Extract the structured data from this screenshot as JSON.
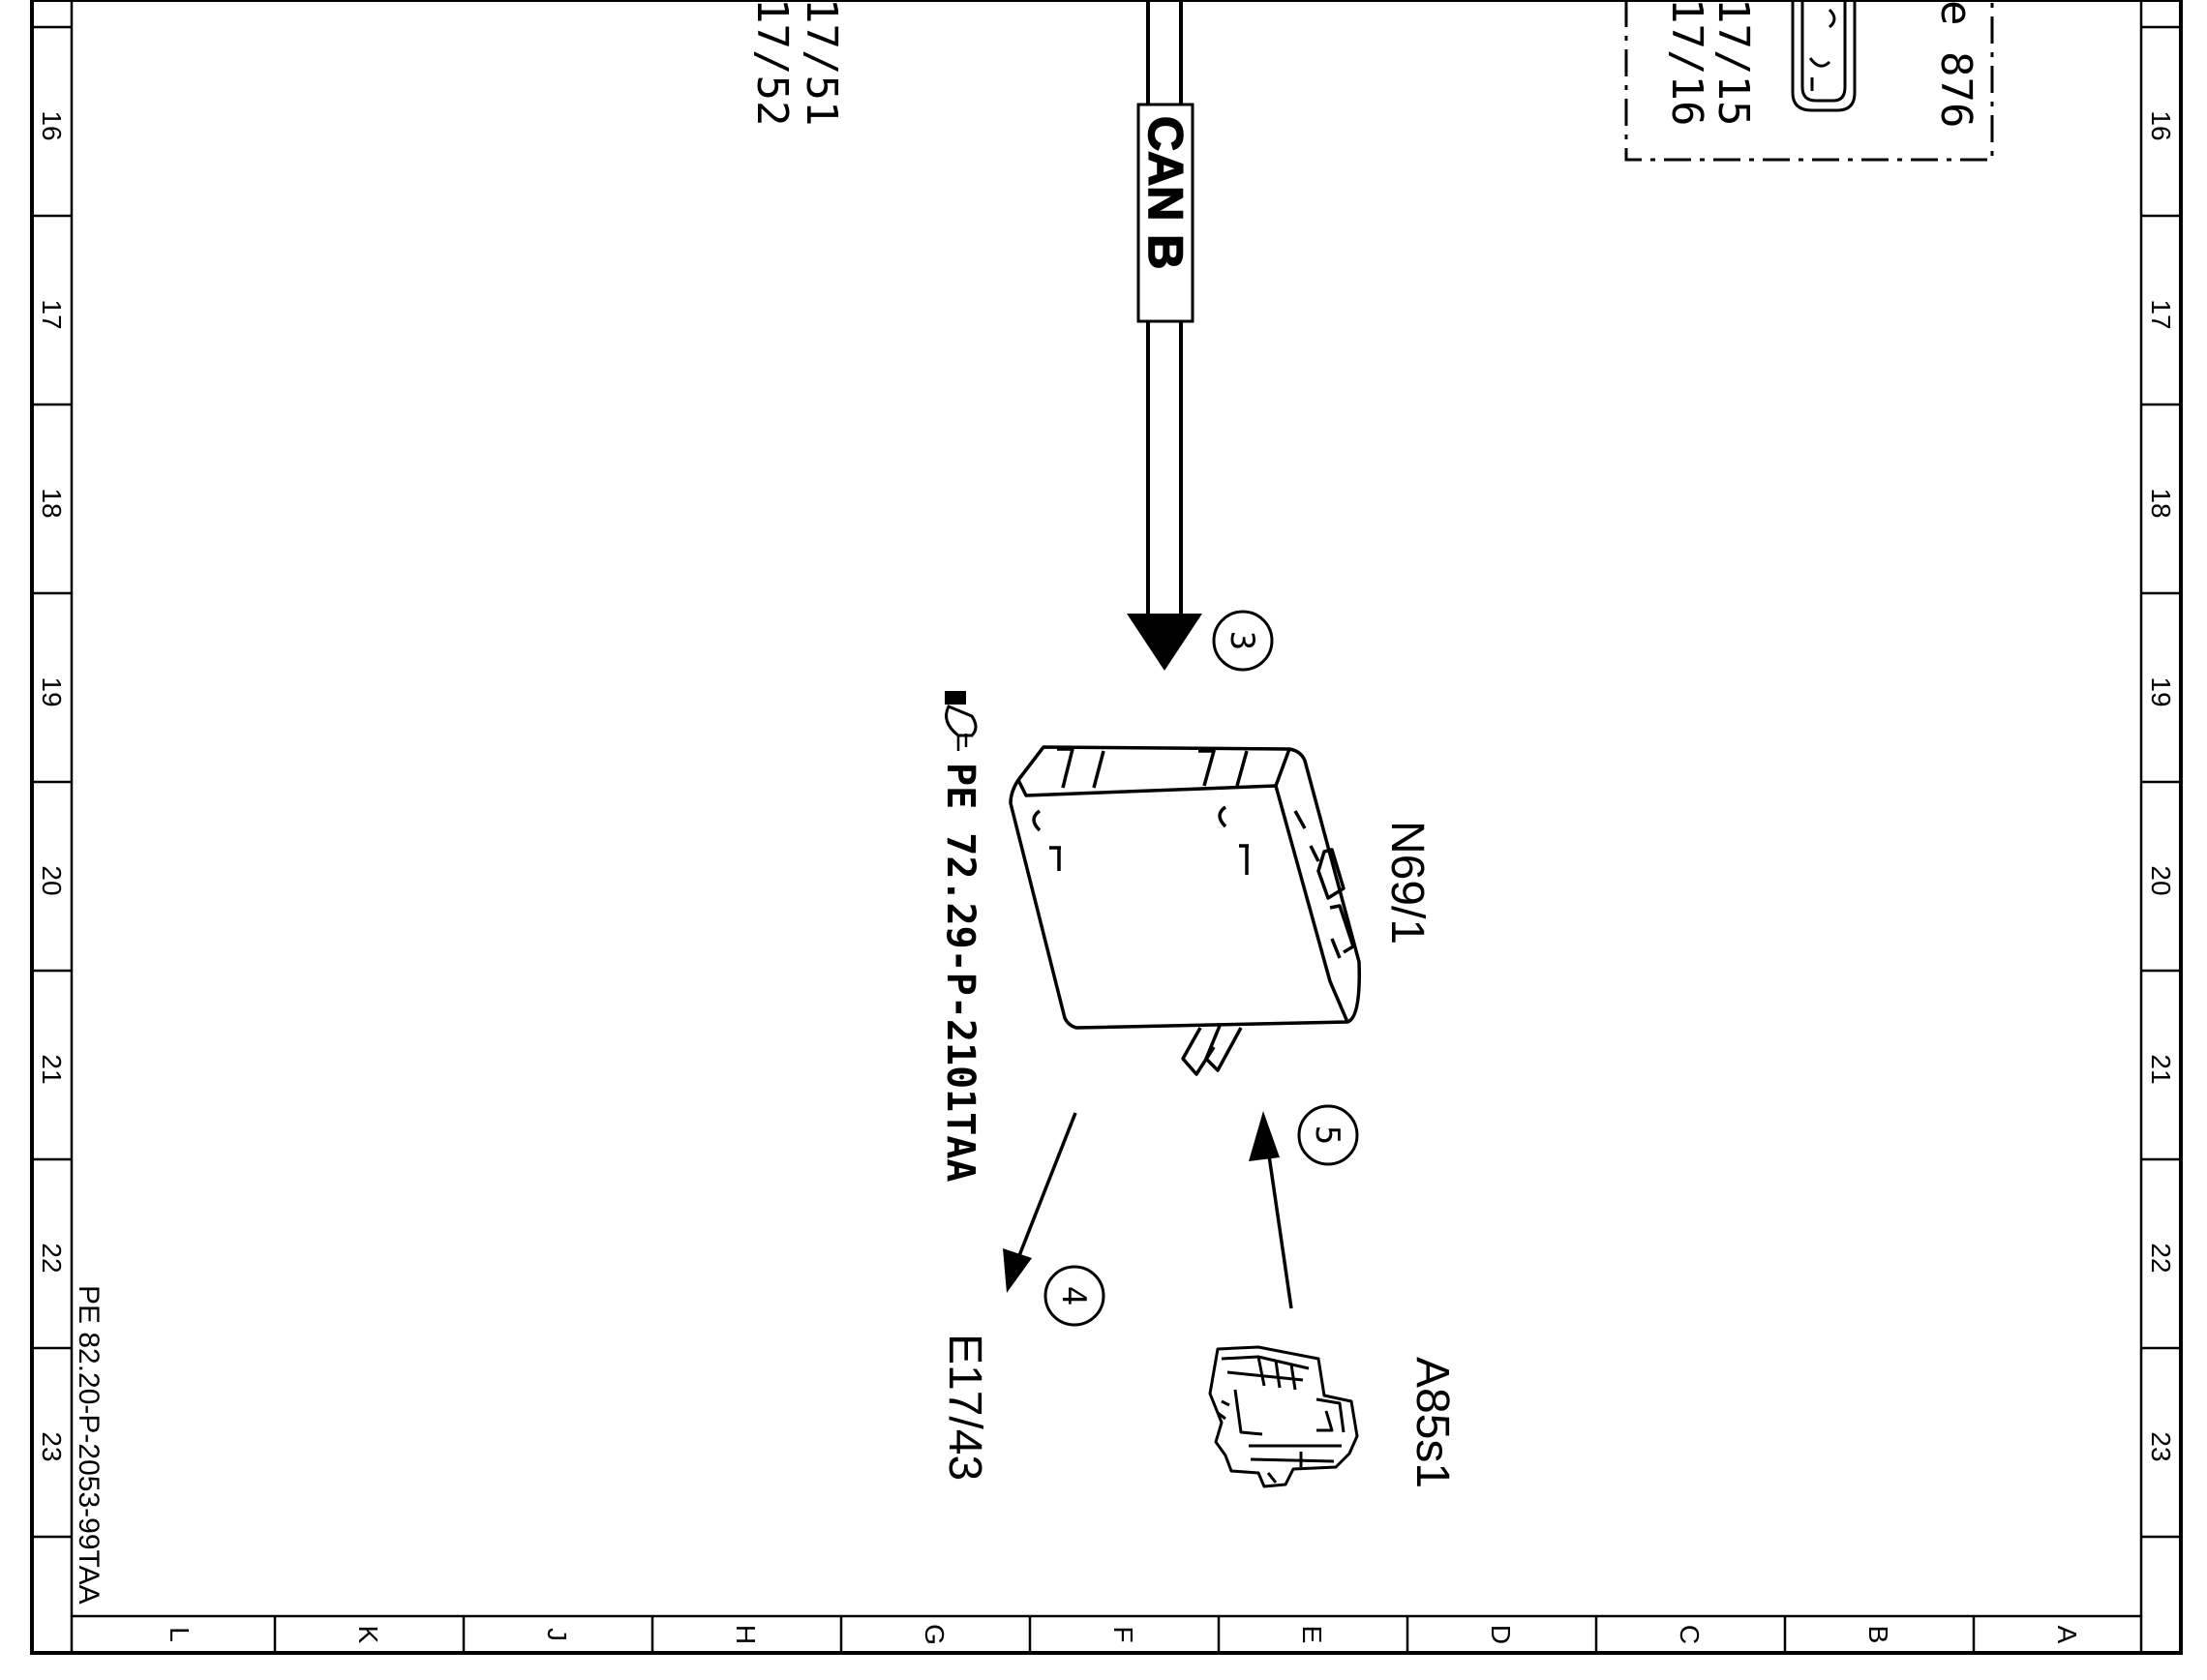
{
  "frame": {
    "left_ruler": [
      "16",
      "17",
      "18",
      "19",
      "20",
      "21",
      "22",
      "23"
    ],
    "right_ruler": [
      "16",
      "17",
      "18",
      "19",
      "20",
      "21",
      "22",
      "23"
    ],
    "bottom_ruler": [
      "L",
      "K",
      "J",
      "H",
      "G",
      "F",
      "E",
      "D",
      "C",
      "B",
      "A"
    ]
  },
  "document_code": "PE 82.20-P-2053-99TAA",
  "labels": {
    "top_left_ref_1": "17/51",
    "top_left_ref_2": "17/52",
    "top_right_ref_1": "17/15",
    "top_right_ref_2": "17/16",
    "top_right_ref_3": "e 876",
    "bus_label": "CAN B",
    "module_label": "N69/1",
    "module_reference": "PE 72.29-P-2101TAA",
    "lamp_label": "E17/43",
    "switch_label": "A85s1"
  },
  "callouts": [
    "3",
    "4",
    "5"
  ]
}
